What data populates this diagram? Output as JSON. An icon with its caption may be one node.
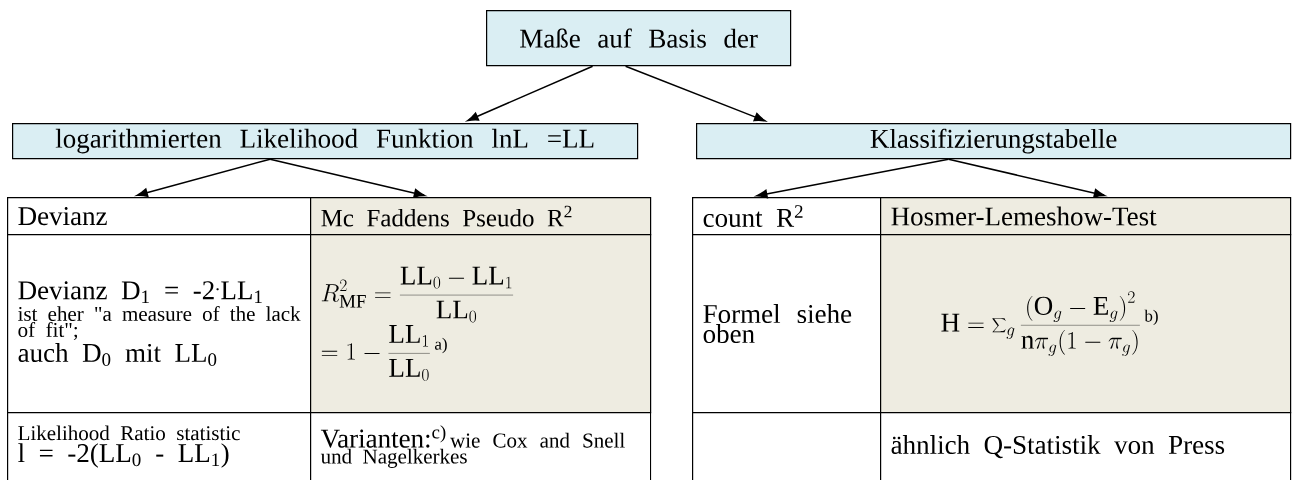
{
  "diagram": {
    "nodes": [
      {
        "text": [
          "Maße auf Basis der"
        ]
      },
      {
        "text": [
          "logarithmierten Likelihood Funktion lnL =LL"
        ]
      },
      {
        "text": [
          "Klassifizierungstabelle"
        ]
      },
      {
        "text": [
          "Devianz"
        ]
      },
      {
        "text": [
          "Mc Faddens Pseudo R$^{2}$"
        ]
      },
      {
        "text": [
          "Devianz D$_{1}$ = -2$^{.}$LL$_{1}$",
          "ist eher \"a measure of the lack of fit\";",
          "auch D$_{0}$ mit LL$_{0}$"
        ]
      },
      {
        "text": [
          "R^{2}_{\\mathrm{MF}} = \\frac{\\mathrm{LL}_{0} - \\mathrm{LL}_{1}}{\\mathrm{LL}_{0}}",
          "= 1 - \\frac{\\mathrm{LL}_{1}}{\\mathrm{LL}_{0}}",
          "a)"
        ]
      },
      {
        "text": [
          "Likelihood Ratio statistic",
          "l = -2(LL$_{0}$ - LL$_{1}$)"
        ]
      },
      {
        "text": [
          "Varianten:$^{c)}$",
          "wie Cox and Snell und Nagelkerkes"
        ]
      },
      {
        "text": [
          "count R$^{2}$"
        ]
      },
      {
        "text": [
          "Hosmer-Lemeshow-Test"
        ]
      },
      {
        "text": [
          "Formel siehe oben"
        ]
      },
      {
        "text": [
          "\\mathrm{H} = \\sum\\nolimits_{g} \\frac{\\left(\\mathrm{O}_{g} - \\mathrm{E}_{g}\\right)^{2}}{\\mathrm{n}\\pi_{g}(1 - \\pi_{g})}",
          "b)"
        ]
      },
      {
        "text": [],
        "shape": "box"
      },
      {
        "text": [
          "ähnlich Q-Statistik von Press"
        ]
      }
    ],
    "edges": [
      {
        "from": 0,
        "to": 1,
        "arrow": "to"
      },
      {
        "from": 0,
        "to": 2,
        "arrow": "to"
      },
      {
        "from": 1,
        "to": 3,
        "arrow": "to"
      },
      {
        "from": 1,
        "to": 4,
        "arrow": "to"
      },
      {
        "from": 2,
        "to": 9,
        "arrow": "to"
      },
      {
        "from": 2,
        "to": 10,
        "arrow": "to"
      }
    ]
  }
}
